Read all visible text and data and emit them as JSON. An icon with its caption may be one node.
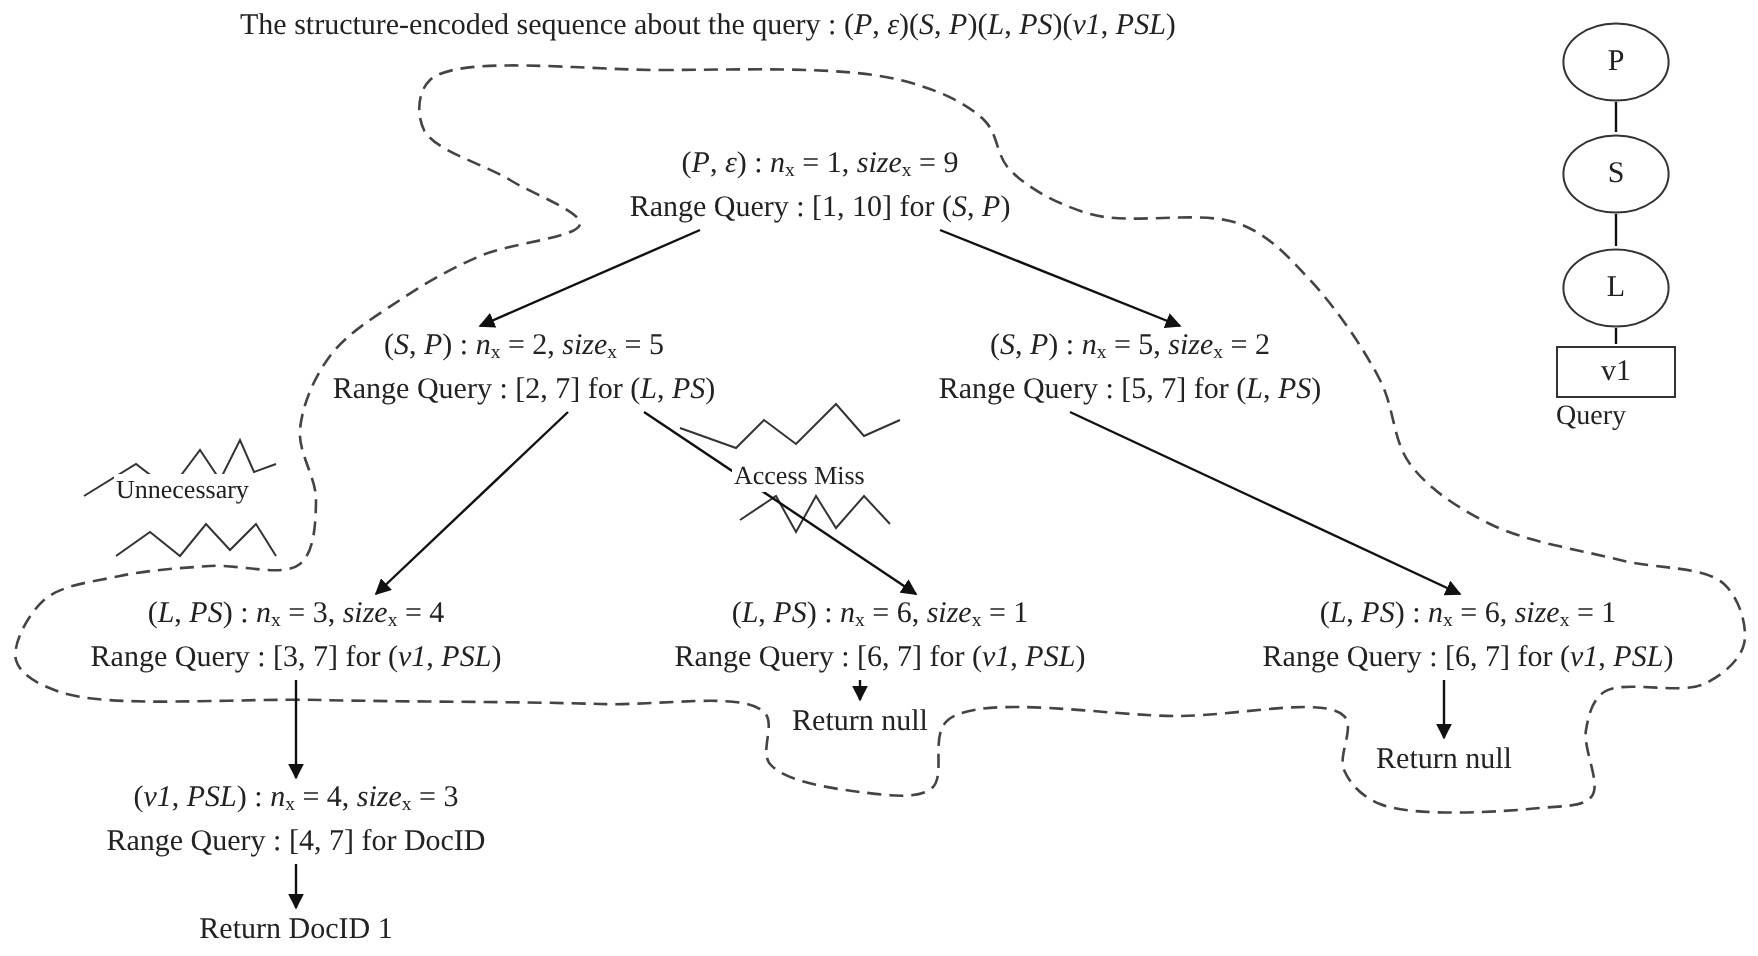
{
  "diagram": {
    "title": "The structure-encoded sequence about the query : (*P*, *ε*)(*S*, *P*)(*L*, *PS*)(*v1*, *PSL*)",
    "nodes": [
      {
        "text": [
          "(*P*, *ε*) : *n*$_{x}$ = 1, *size*$_{x}$ = 9",
          "Range Query : [1, 10] for (*S*, *P*)"
        ]
      },
      {
        "text": [
          "(*S*, *P*) : *n*$_{x}$ = 2, *size*$_{x}$ = 5",
          "Range Query : [2, 7] for (*L*, *PS*)"
        ]
      },
      {
        "text": [
          "(*S*, *P*) : *n*$_{x}$ = 5, *size*$_{x}$ = 2",
          "Range Query : [5, 7] for (*L*, *PS*)"
        ]
      },
      {
        "text": [
          "(*L*, *PS*) : *n*$_{x}$ = 3, *size*$_{x}$ = 4",
          "Range Query : [3, 7] for (*v1*, *PSL*)"
        ]
      },
      {
        "text": [
          "(*L*, *PS*) : *n*$_{x}$ = 6, *size*$_{x}$ = 1",
          "Range Query : [6, 7] for (*v1*, *PSL*)"
        ]
      },
      {
        "text": [
          "(*L*, *PS*) : *n*$_{x}$ = 6, *size*$_{x}$ = 1",
          "Range Query : [6, 7] for (*v1*, *PSL*)"
        ]
      },
      {
        "text": [
          "(*v1*, *PSL*) : *n*$_{x}$ = 4, *size*$_{x}$ = 3",
          "Range Query : [4, 7] for DocID"
        ]
      },
      {
        "text": [
          "Return null"
        ]
      },
      {
        "text": [
          "Return null"
        ]
      },
      {
        "text": [
          "Return DocID 1"
        ]
      },
      {
        "text": [
          "P"
        ]
      },
      {
        "text": [
          "S"
        ]
      },
      {
        "text": [
          "L"
        ]
      },
      {
        "text": [
          "v1"
        ],
        "beside": [
          "Query"
        ]
      }
    ],
    "edges": [
      {
        "from": 0,
        "to": 1,
        "arrow": "to"
      },
      {
        "from": 0,
        "to": 2,
        "arrow": "to"
      },
      {
        "from": 1,
        "to": 3,
        "arrow": "to"
      },
      {
        "from": 1,
        "to": 4,
        "arrow": "to"
      },
      {
        "from": 2,
        "to": 5,
        "arrow": "to"
      },
      {
        "from": 3,
        "to": 6,
        "arrow": "to"
      },
      {
        "from": 4,
        "to": 7,
        "arrow": "to"
      },
      {
        "from": 5,
        "to": 8,
        "arrow": "to"
      },
      {
        "from": 6,
        "to": 9,
        "arrow": "to"
      },
      {
        "from": 10,
        "to": 11,
        "arrow": "none"
      },
      {
        "from": 11,
        "to": 12,
        "arrow": "none"
      },
      {
        "from": 12,
        "to": 13,
        "arrow": "none"
      }
    ],
    "labels": [
      "Unnecessary",
      "Access Miss"
    ]
  }
}
